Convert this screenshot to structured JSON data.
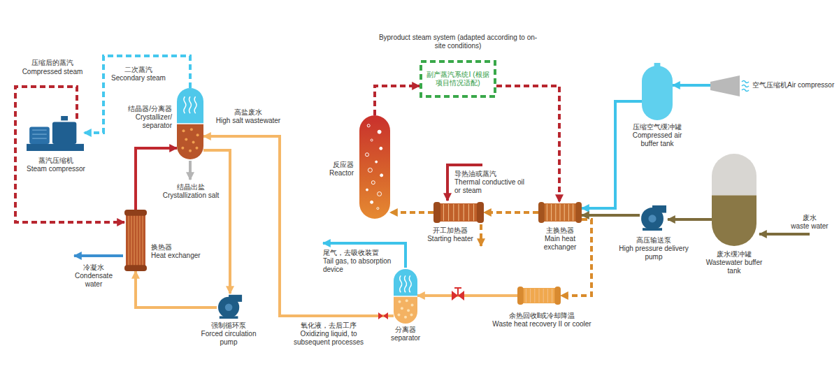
{
  "diagram": {
    "nodes": [
      {
        "text": [
          "蒸汽压缩机",
          "Steam compressor"
        ]
      },
      {
        "text": [
          "结晶器/分离器",
          "Crystallizer/ separator"
        ]
      },
      {
        "text": [
          "换热器",
          "Heat exchanger"
        ]
      },
      {
        "text": [
          "强制循环泵",
          "Forced circulation pump"
        ]
      },
      {
        "text": [
          "反应器",
          "Reactor"
        ]
      },
      {
        "text": [
          "Byproduct steam system (adapted according to on-site conditions)",
          "副产蒸汽系统Ⅰ (根据项目情况适配)"
        ]
      },
      {
        "text": [
          "开工加热器",
          "Starting heater"
        ]
      },
      {
        "text": [
          "主换热器",
          "Main heat exchanger"
        ]
      },
      {
        "text": [
          "分离器",
          "separator"
        ]
      },
      {
        "text": [
          "余热回收Ⅱ或冷却降温",
          "Waste heat recovery II or cooler"
        ]
      },
      {
        "text": [
          "压缩空气缓冲罐",
          "Compressed air buffer tank"
        ]
      },
      {
        "text": [
          "空气压缩机Air compressor"
        ]
      },
      {
        "text": [
          "高压输送泵",
          "High pressure delivery pump"
        ]
      },
      {
        "text": [
          "废水缓冲罐",
          "Wastewater buffer tank"
        ]
      }
    ],
    "edges": [
      {
        "from": 13,
        "to": 12,
        "arrow": "to"
      },
      {
        "from": 11,
        "to": 10,
        "arrow": "to"
      },
      {
        "from": 10,
        "to": 7,
        "arrow": "to"
      },
      {
        "from": 12,
        "to": 7,
        "arrow": "to"
      },
      {
        "from": 7,
        "to": 6,
        "arrow": "to"
      },
      {
        "from": 6,
        "to": 4,
        "arrow": "to"
      },
      {
        "from": 4,
        "to": 5,
        "arrow": "to"
      },
      {
        "from": 5,
        "to": 7,
        "arrow": "to"
      },
      {
        "from": 7,
        "to": 9,
        "arrow": "to"
      },
      {
        "from": 9,
        "to": 8,
        "arrow": "to"
      },
      {
        "from": 8,
        "to": 1,
        "arrow": "to"
      },
      {
        "from": 1,
        "to": 0,
        "arrow": "to"
      },
      {
        "from": 0,
        "to": 2,
        "arrow": "to"
      },
      {
        "from": 2,
        "to": 1,
        "arrow": "to"
      },
      {
        "from": 1,
        "to": 3,
        "arrow": "to"
      },
      {
        "from": 3,
        "to": 2,
        "arrow": "to"
      }
    ],
    "labels": [
      "压缩后的蒸汽",
      "Compressed steam",
      "二次蒸汽",
      "Secondary steam",
      "高盐废水",
      "High salt wastewater",
      "结晶出盐",
      "Crystallization salt",
      "冷凝水",
      "Condensate water",
      "导热油或蒸汽",
      "Thermal conductive oil or steam",
      "尾气，去吸收装置",
      "Tail gas, to absorption device",
      "氧化液，去后工序",
      "Oxidizing liquid, to subsequent processes",
      "废水",
      "waste water"
    ]
  }
}
